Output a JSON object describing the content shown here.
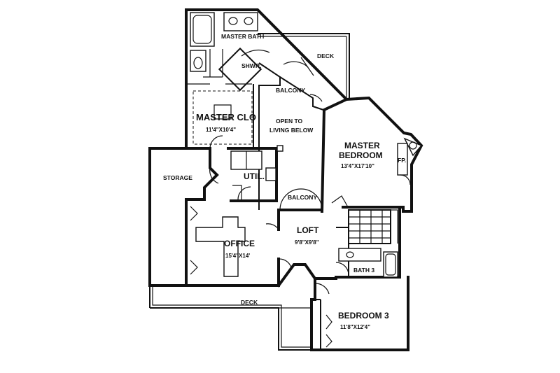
{
  "rooms": {
    "master_bath": {
      "name": "MASTER BATH"
    },
    "shower": {
      "name": "SHWR."
    },
    "deck_upper": {
      "name": "DECK"
    },
    "balcony_upper": {
      "name": "BALCONY"
    },
    "master_closet": {
      "name": "MASTER CLO",
      "dims": "11'4\"X10'4\""
    },
    "open_to_living": {
      "line1": "OPEN TO",
      "line2": "LIVING BELOW"
    },
    "master_bedroom": {
      "line1": "MASTER",
      "line2": "BEDROOM",
      "dims": "13'4\"X17'10\""
    },
    "fireplace": {
      "name": "FP."
    },
    "storage": {
      "name": "STORAGE"
    },
    "utility": {
      "name": "UTIL."
    },
    "balcony_lower": {
      "name": "BALCONY"
    },
    "loft": {
      "name": "LOFT",
      "dims": "9'8\"X9'8\""
    },
    "office": {
      "name": "OFFICE",
      "dims": "15'4\"X14'"
    },
    "bath3": {
      "name": "BATH 3"
    },
    "deck_lower": {
      "name": "DECK"
    },
    "bedroom3": {
      "name": "BEDROOM 3",
      "dims": "11'8\"X12'4\""
    }
  }
}
